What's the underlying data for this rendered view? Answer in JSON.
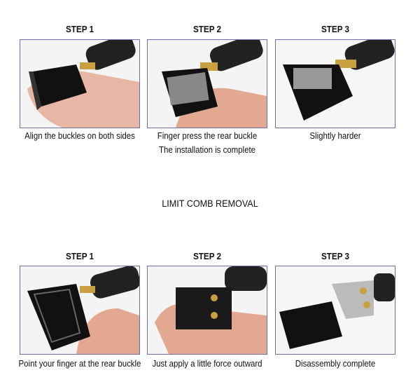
{
  "install": {
    "steps": [
      {
        "label": "STEP 1",
        "caption": [
          "Align the buckles on both sides"
        ]
      },
      {
        "label": "STEP 2",
        "caption": [
          "Finger press the rear buckle",
          "The installation is complete"
        ]
      },
      {
        "label": "STEP 3",
        "caption": [
          "Slightly harder"
        ]
      }
    ]
  },
  "removal": {
    "title": "LIMIT COMB REMOVAL",
    "steps": [
      {
        "label": "STEP 1",
        "caption": [
          "Point your finger at the rear buckle"
        ]
      },
      {
        "label": "STEP 2",
        "caption": [
          "Just apply a little force outward"
        ]
      },
      {
        "label": "STEP 3",
        "caption": [
          "Disassembly complete"
        ]
      }
    ]
  }
}
